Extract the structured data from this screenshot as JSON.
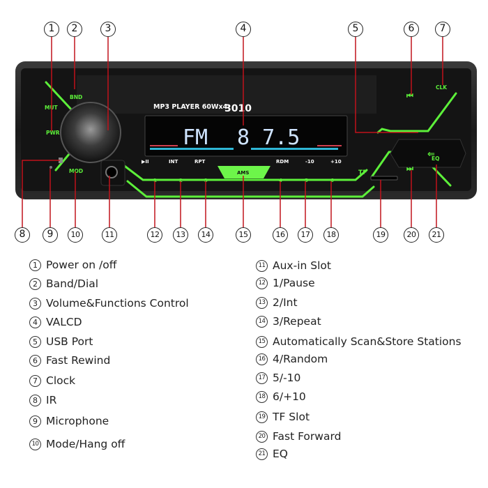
{
  "device": {
    "model_text": "MP3 PLAYER 60Wx4",
    "model_number": "3010",
    "display_band": "FM",
    "display_freq": "8 7.5",
    "buttons": {
      "bnd": "BND",
      "mut": "MUT",
      "pwr": "PWR",
      "mod": "MOD",
      "clk": "CLK",
      "eq": "EQ",
      "tf": "TF",
      "play": "▶II",
      "int": "INT",
      "rpt": "RPT",
      "ams": "AMS",
      "rdm": "RDM",
      "minus10": "-10",
      "plus10": "+10",
      "prev": "⏮",
      "next": "⏭",
      "usb": "⭠"
    },
    "preset_numbers": [
      "1",
      "2",
      "3",
      "4",
      "5",
      "6"
    ],
    "accent_color": "#5df03a",
    "callout_color": "#c0121b"
  },
  "callouts": {
    "top": [
      "1",
      "2",
      "3",
      "4",
      "5",
      "6",
      "7"
    ],
    "bottom": [
      "8",
      "9",
      "10",
      "11",
      "12",
      "13",
      "14",
      "15",
      "16",
      "17",
      "18",
      "19",
      "20",
      "21"
    ]
  },
  "legend": {
    "left": [
      {
        "n": "1",
        "text": "Power on /off"
      },
      {
        "n": "2",
        "text": "Band/Dial"
      },
      {
        "n": "3",
        "text": "Volume&Functions Control"
      },
      {
        "n": "4",
        "text": "VALCD"
      },
      {
        "n": "5",
        "text": "USB Port"
      },
      {
        "n": "6",
        "text": "Fast Rewind"
      },
      {
        "n": "7",
        "text": "Clock"
      },
      {
        "n": "8",
        "text": "IR"
      },
      {
        "n": "9",
        "text": "Microphone"
      },
      {
        "n": "10",
        "text": "Mode/Hang off"
      }
    ],
    "right": [
      {
        "n": "11",
        "text": "Aux-in Slot"
      },
      {
        "n": "12",
        "text": "1/Pause"
      },
      {
        "n": "13",
        "text": "2/Int"
      },
      {
        "n": "14",
        "text": "3/Repeat"
      },
      {
        "n": "15",
        "text": "Automatically Scan&Store Stations"
      },
      {
        "n": "16",
        "text": "4/Random"
      },
      {
        "n": "17",
        "text": "5/-10"
      },
      {
        "n": "18",
        "text": "6/+10"
      },
      {
        "n": "19",
        "text": "TF Slot"
      },
      {
        "n": "20",
        "text": "Fast Forward"
      },
      {
        "n": "21",
        "text": "EQ"
      }
    ]
  }
}
